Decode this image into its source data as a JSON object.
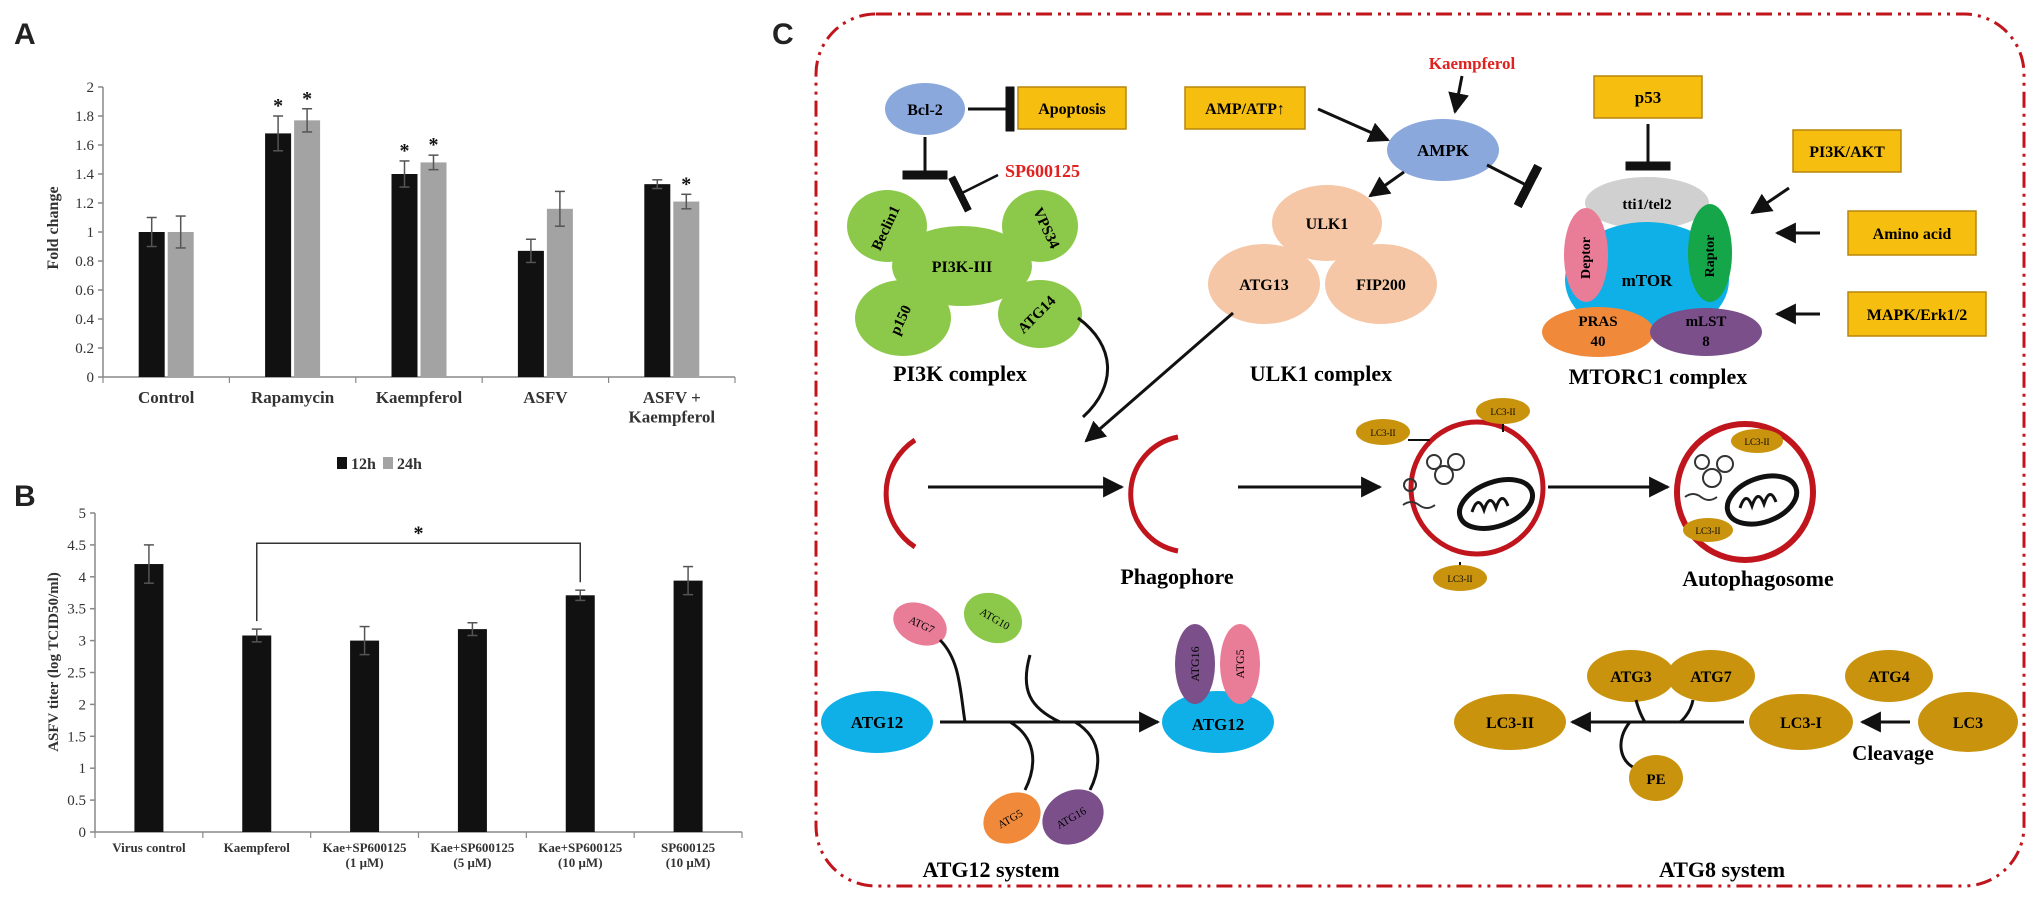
{
  "panels": {
    "a": "A",
    "b": "B",
    "c": "C"
  },
  "chart_data": [
    {
      "type": "bar",
      "panel": "A",
      "ylabel": "Fold change",
      "xlabel": "",
      "ylim": [
        0,
        2
      ],
      "ytick_step": 0.2,
      "yticks": [
        "0",
        "0.2",
        "0.4",
        "0.6",
        "0.8",
        "1",
        "1.2",
        "1.4",
        "1.6",
        "1.8",
        "2"
      ],
      "categories": [
        [
          "Control"
        ],
        [
          "Rapamycin"
        ],
        [
          "Kaempferol"
        ],
        [
          "ASFV"
        ],
        [
          "ASFV +",
          "Kaempferol"
        ]
      ],
      "series": [
        {
          "name": "12h",
          "color": "#111111",
          "values": [
            1.0,
            1.68,
            1.4,
            0.87,
            1.33
          ],
          "errors": [
            0.1,
            0.12,
            0.09,
            0.08,
            0.03
          ],
          "stars": [
            false,
            true,
            true,
            false,
            false
          ]
        },
        {
          "name": "24h",
          "color": "#a3a3a3",
          "values": [
            1.0,
            1.77,
            1.48,
            1.16,
            1.21
          ],
          "errors": [
            0.11,
            0.08,
            0.05,
            0.12,
            0.05
          ],
          "stars": [
            false,
            true,
            true,
            false,
            true
          ]
        }
      ],
      "star_label": "*",
      "legend_position": "bottom",
      "grid": false
    },
    {
      "type": "bar",
      "panel": "B",
      "ylabel": "ASFV titer (log TCID50/ml)",
      "xlabel": "",
      "ylim": [
        0,
        5
      ],
      "yticks": [
        "0",
        "0.5",
        "1",
        "1.5",
        "2",
        "2.5",
        "3",
        "3.5",
        "4",
        "4.5",
        "5"
      ],
      "categories": [
        [
          "Virus control"
        ],
        [
          "Kaempferol"
        ],
        [
          "Kae+SP600125",
          "(1 μM)"
        ],
        [
          "Kae+SP600125",
          "(5 μM)"
        ],
        [
          "Kae+SP600125",
          "(10 μM)"
        ],
        [
          "SP600125",
          "(10 μM)"
        ]
      ],
      "series": [
        {
          "color": "#111111",
          "values": [
            4.2,
            3.08,
            3.0,
            3.18,
            3.71,
            3.94
          ],
          "errors": [
            0.3,
            0.1,
            0.22,
            0.1,
            0.08,
            0.22
          ]
        }
      ],
      "significance": {
        "from": 1,
        "to": 4,
        "label": "*"
      },
      "grid": false
    }
  ],
  "diagram": {
    "colors": {
      "border": "#c0151c",
      "red_text": "#e0211f",
      "box_fill": "#f6be0e",
      "box_edge": "#b8860b",
      "green": "#8cc94a",
      "peach": "#f5c7a6",
      "blue": "#8aa8dc",
      "grey": "#d0d0d0",
      "pink": "#e97d97",
      "cyan": "#0fb0e8",
      "darkgreen": "#15a64a",
      "orange": "#f08a3a",
      "purple": "#7a4f8a",
      "gold": "#c9930e",
      "membrane": "#c0151c"
    },
    "bcl2": "Bcl-2",
    "apoptosis": "Apoptosis",
    "sp600125": "SP600125",
    "kaempferol": "Kaempferol",
    "amp_atp": "AMP/ATP↑",
    "ampk": "AMPK",
    "p53": "p53",
    "pi3k_akt": "PI3K/AKT",
    "amino_acid": "Amino acid",
    "mapk": "MAPK/Erk1/2",
    "pi3k": {
      "beclin1": "Beclin1",
      "vps34": "VPS34",
      "core": "PI3K-III",
      "p150": "p150",
      "atg14": "ATG14",
      "label": "PI3K complex"
    },
    "ulk1": {
      "ulk1": "ULK1",
      "atg13": "ATG13",
      "fip200": "FIP200",
      "label": "ULK1 complex"
    },
    "mtorc1": {
      "tti": "tti1/tel2",
      "deptor": "Deptor",
      "mtor": "mTOR",
      "raptor": "Raptor",
      "pras_1": "PRAS",
      "pras_2": "40",
      "mlst_1": "mLST",
      "mlst_2": "8",
      "label": "MTORC1 complex"
    },
    "phagophore": "Phagophore",
    "autophagosome": "Autophagosome",
    "lc3ii_small": "LC3-II",
    "atg12sys": {
      "atg7": "ATG7",
      "atg10": "ATG10",
      "atg12": "ATG12",
      "atg5": "ATG5",
      "atg16": "ATG16",
      "label": "ATG12 system"
    },
    "atg8sys": {
      "lc3ii": "LC3-II",
      "atg3": "ATG3",
      "atg7": "ATG7",
      "pe": "PE",
      "lc3i": "LC3-I",
      "atg4": "ATG4",
      "lc3": "LC3",
      "cleavage": "Cleavage",
      "label": "ATG8 system"
    }
  }
}
